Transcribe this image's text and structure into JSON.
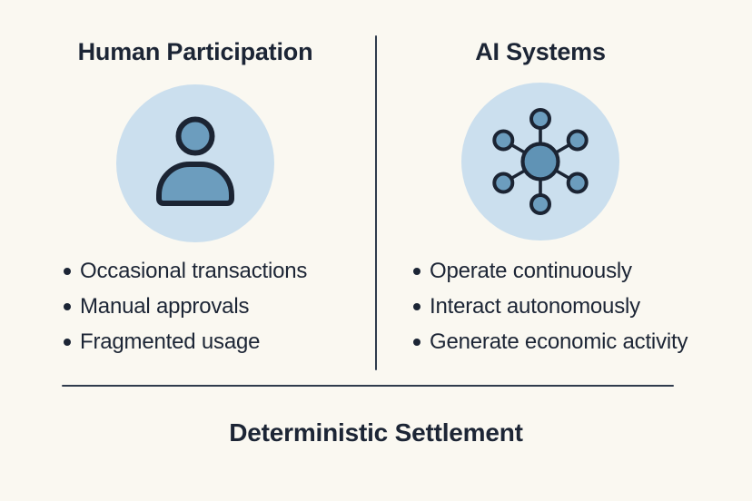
{
  "colors": {
    "bg": "#FAF8F1",
    "circle-bg": "#CBDFEE",
    "icon-fill": "#6C9DBE",
    "icon-center-fill": "#6093B5",
    "icon-outline": "#1B2433",
    "text": "#1C2535",
    "line": "#2F3B4D"
  },
  "left_panel": {
    "title": "Human Participation",
    "icon": "person-icon",
    "bullets": [
      "Occasional transactions",
      "Manual approvals",
      "Fragmented usage"
    ]
  },
  "right_panel": {
    "title": "AI Systems",
    "icon": "network-icon",
    "bullets": [
      "Operate continuously",
      "Interact autonomously",
      "Generate economic activity"
    ]
  },
  "footer": {
    "title": "Deterministic Settlement"
  }
}
